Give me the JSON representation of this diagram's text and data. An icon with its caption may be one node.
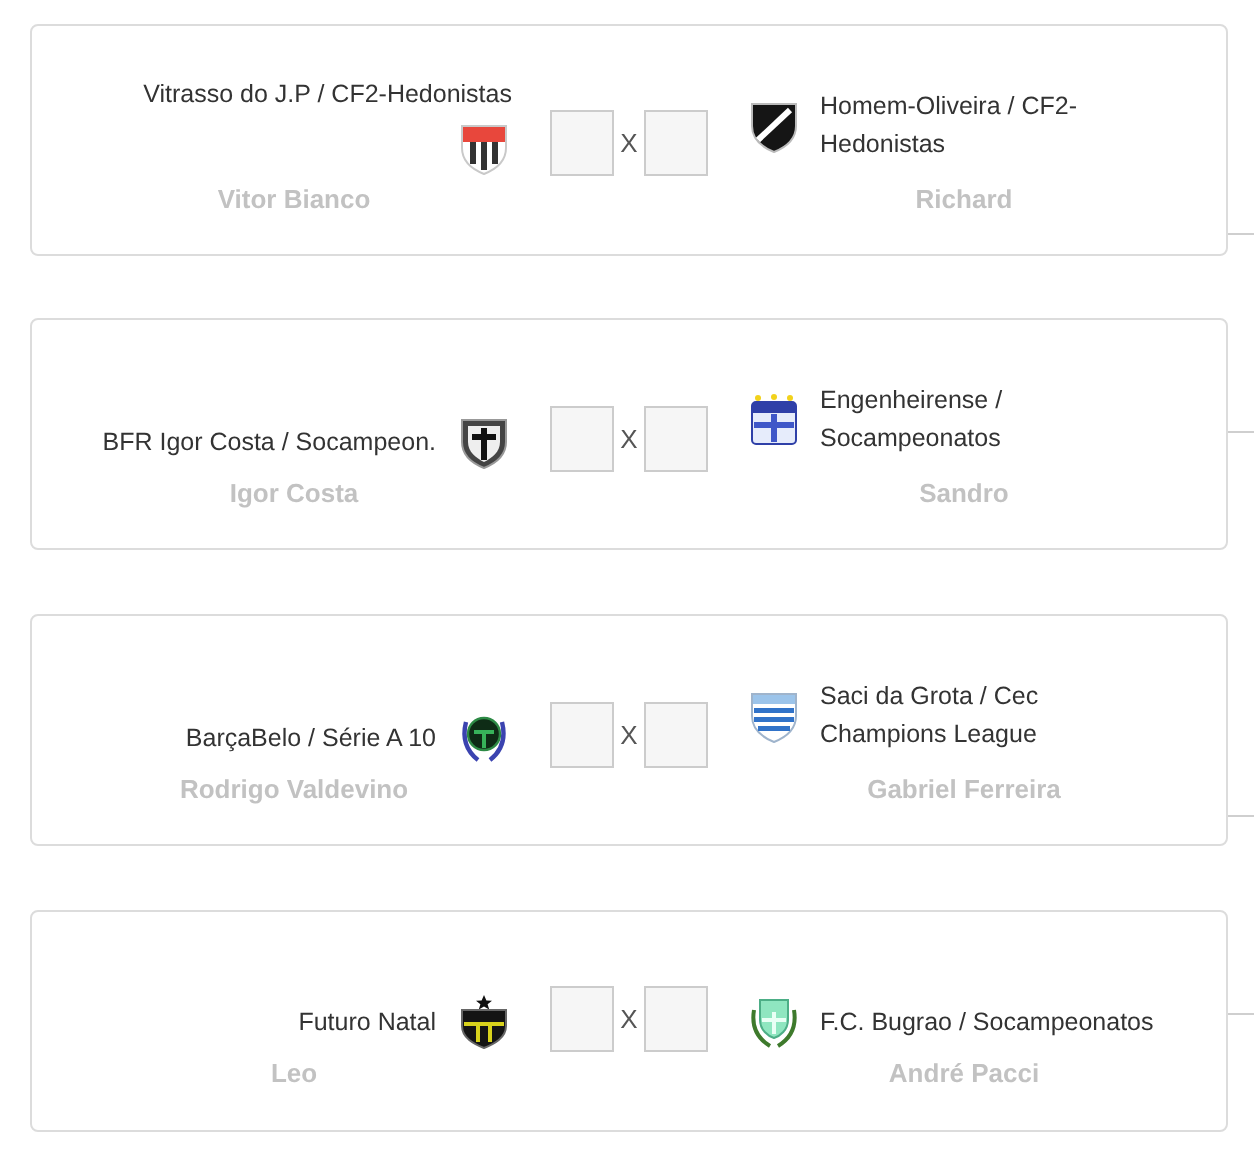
{
  "diagram": {
    "nodes": [
      {
        "text": [
          "Vitrasso do J.P / CF2-Hedonistas",
          "X",
          "Homem-Oliveira / CF2-Hedonistas",
          "Vitor Bianco",
          "Richard"
        ]
      },
      {
        "text": [
          "BFR Igor Costa / Socampeon.",
          "X",
          "Engenheirense / Socampeonatos",
          "Igor Costa",
          "Sandro"
        ]
      },
      {
        "text": [
          "BarçaBelo / Série A 10",
          "X",
          "Saci da Grota / Cec Champions League",
          "Rodrigo Valdevino",
          "Gabriel Ferreira"
        ]
      },
      {
        "text": [
          "Futuro Natal",
          "X",
          "F.C. Bugrao / Socampeonatos",
          "Leo",
          "André Pacci"
        ]
      }
    ],
    "edges": [
      {
        "from": 0,
        "to": null,
        "arrow": "none"
      },
      {
        "from": 1,
        "to": null,
        "arrow": "none"
      },
      {
        "from": 2,
        "to": null,
        "arrow": "none"
      },
      {
        "from": 3,
        "to": null,
        "arrow": "none"
      }
    ]
  }
}
